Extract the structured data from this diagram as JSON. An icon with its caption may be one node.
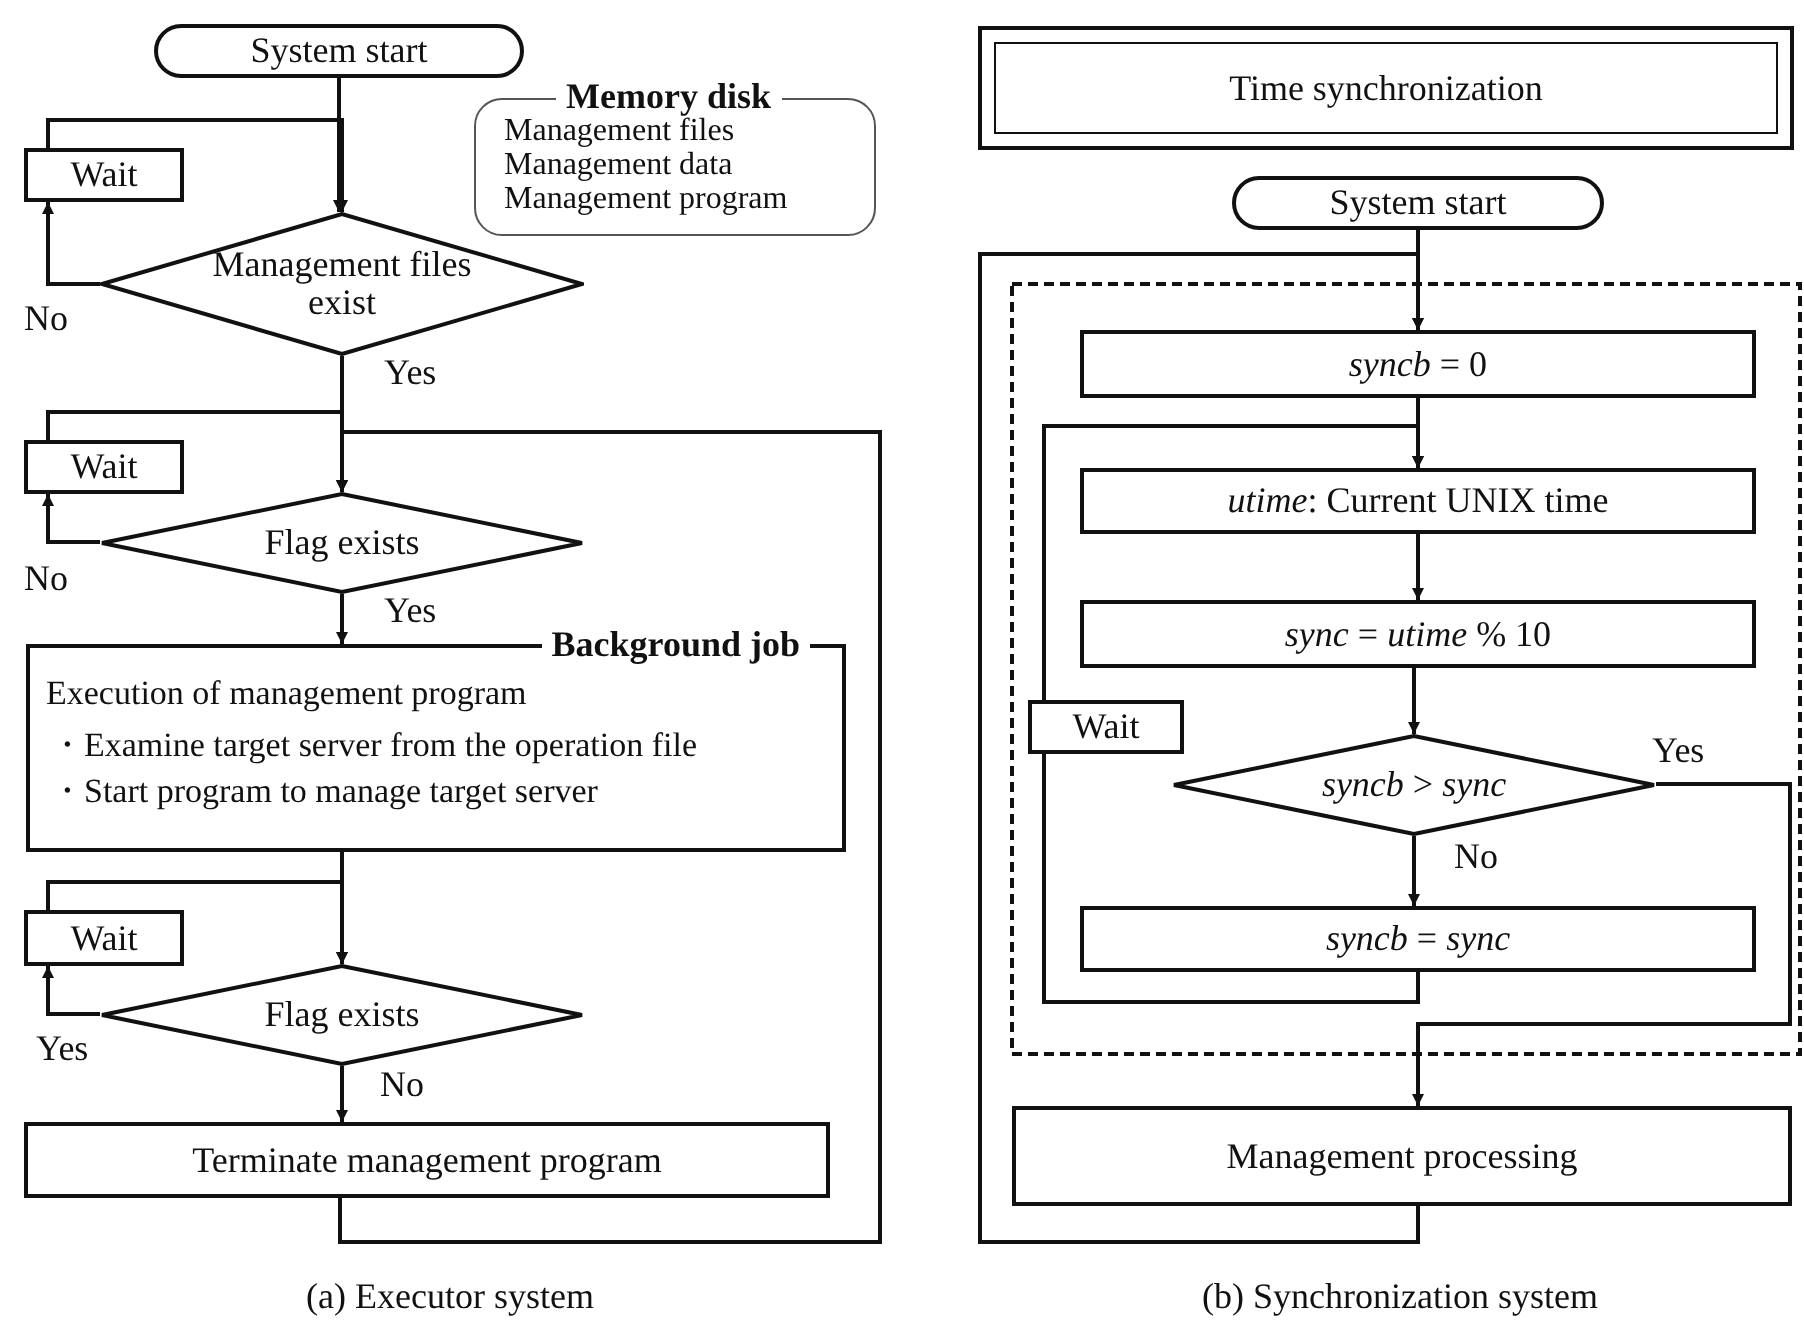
{
  "diagram": {
    "nodes": [
      {
        "text": [
          "System start"
        ]
      },
      {
        "text": [
          "Memory disk",
          "Management files",
          "Management data",
          "Management program"
        ]
      },
      {
        "text": [
          "Wait"
        ]
      },
      {
        "text": [
          "Management files exist"
        ]
      },
      {
        "text": [
          "Wait"
        ]
      },
      {
        "text": [
          "Flag exists"
        ]
      },
      {
        "text": [
          "Background job",
          "Execution of management program",
          "・Examine target server from the operation file",
          "・Start program to manage target server"
        ]
      },
      {
        "text": [
          "Wait"
        ]
      },
      {
        "text": [
          "Flag exists"
        ]
      },
      {
        "text": [
          "Terminate management program"
        ]
      },
      {
        "text": [
          "Time synchronization"
        ]
      },
      {
        "text": [
          "System start"
        ]
      },
      {
        "text": [
          "*syncb* = 0"
        ]
      },
      {
        "text": [
          "*utime*: Current UNIX time"
        ]
      },
      {
        "text": [
          "*sync* = *utime* % 10"
        ]
      },
      {
        "text": [
          "Wait"
        ]
      },
      {
        "text": [
          "*syncb* > *sync*"
        ]
      },
      {
        "text": [
          "*syncb* = *sync*"
        ]
      },
      {
        "text": [
          "Management processing"
        ]
      }
    ],
    "edges": [
      {
        "from": 0,
        "to": 3,
        "arrow": "to"
      },
      {
        "from": 3,
        "to": 2,
        "arrow": "to",
        "label": "No"
      },
      {
        "from": 2,
        "to": 3,
        "arrow": "to"
      },
      {
        "from": 3,
        "to": 5,
        "arrow": "to",
        "label": "Yes"
      },
      {
        "from": 5,
        "to": 4,
        "arrow": "to",
        "label": "No"
      },
      {
        "from": 4,
        "to": 5,
        "arrow": "to"
      },
      {
        "from": 9,
        "to": 5,
        "arrow": "to"
      },
      {
        "from": 5,
        "to": 6,
        "arrow": "to",
        "label": "Yes"
      },
      {
        "from": 6,
        "to": 8,
        "arrow": "to"
      },
      {
        "from": 8,
        "to": 7,
        "arrow": "to",
        "label": "Yes"
      },
      {
        "from": 7,
        "to": 8,
        "arrow": "to"
      },
      {
        "from": 8,
        "to": 9,
        "arrow": "to",
        "label": "No"
      },
      {
        "from": 11,
        "to": 12,
        "arrow": "to"
      },
      {
        "from": 18,
        "to": 12,
        "arrow": "to"
      },
      {
        "from": 12,
        "to": 13,
        "arrow": "to"
      },
      {
        "from": 15,
        "to": 13,
        "arrow": "to"
      },
      {
        "from": 13,
        "to": 14,
        "arrow": "to"
      },
      {
        "from": 14,
        "to": 16,
        "arrow": "to"
      },
      {
        "from": 16,
        "to": 17,
        "arrow": "to",
        "label": "No"
      },
      {
        "from": 17,
        "to": 15,
        "arrow": "none"
      },
      {
        "from": 16,
        "to": 18,
        "arrow": "to",
        "label": "Yes"
      }
    ],
    "labels": [
      "(a) Executor system",
      "(b) Synchronization system"
    ]
  }
}
